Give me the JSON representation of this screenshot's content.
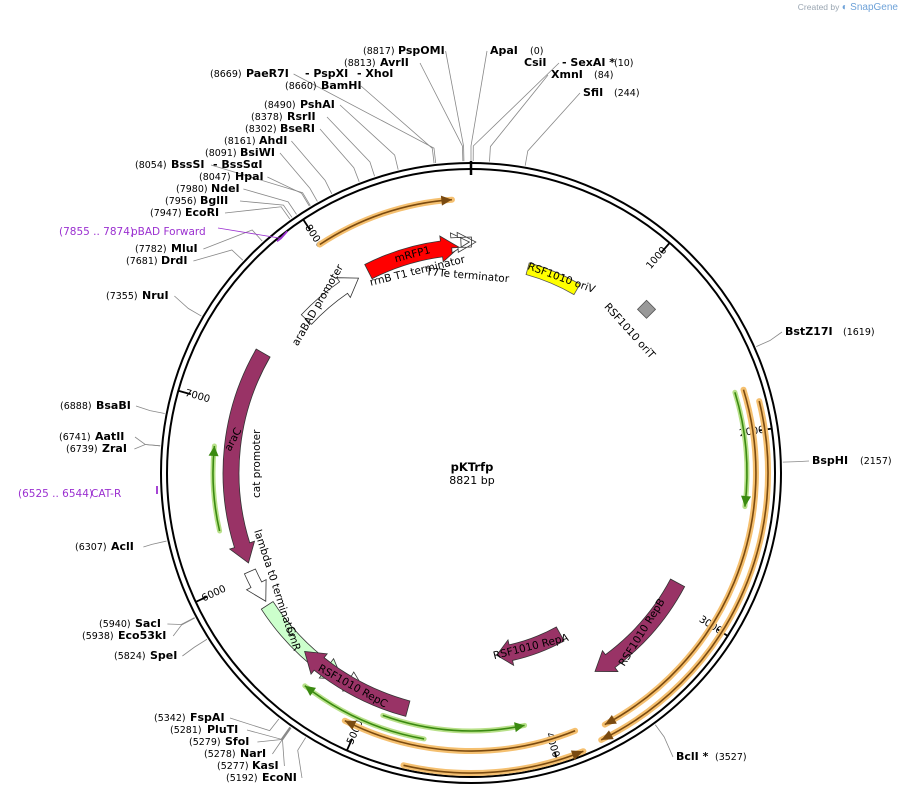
{
  "credit": {
    "prefix": "Created by",
    "brand": "SnapGene"
  },
  "plasmid": {
    "name": "pKTrfp",
    "length": "8821 bp"
  },
  "ticks": [
    "1000",
    "2000",
    "3000",
    "4000",
    "5000",
    "6000",
    "7000",
    "8000"
  ],
  "sites": [
    {
      "name": "PspOMI",
      "pos": "8817"
    },
    {
      "name": "AvrII",
      "pos": "8813"
    },
    {
      "name": "PaeR7I",
      "pos": "8669"
    },
    {
      "name": "PspXI",
      "pos": ""
    },
    {
      "name": "XhoI",
      "pos": ""
    },
    {
      "name": "BamHI",
      "pos": "8660"
    },
    {
      "name": "PshAI",
      "pos": "8490"
    },
    {
      "name": "RsrII",
      "pos": "8378"
    },
    {
      "name": "BseRI",
      "pos": "8302"
    },
    {
      "name": "AhdI",
      "pos": "8161"
    },
    {
      "name": "BsiWI",
      "pos": "8091"
    },
    {
      "name": "BssSI",
      "pos": "8054"
    },
    {
      "name": "BssSαI",
      "pos": ""
    },
    {
      "name": "HpaI",
      "pos": "8047"
    },
    {
      "name": "NdeI",
      "pos": "7980"
    },
    {
      "name": "BglII",
      "pos": "7956"
    },
    {
      "name": "EcoRI",
      "pos": "7947"
    },
    {
      "name": "MluI",
      "pos": "7782"
    },
    {
      "name": "DrdI",
      "pos": "7681"
    },
    {
      "name": "NruI",
      "pos": "7355"
    },
    {
      "name": "BsaBI",
      "pos": "6888"
    },
    {
      "name": "AatII",
      "pos": "6741"
    },
    {
      "name": "ZraI",
      "pos": "6739"
    },
    {
      "name": "AclI",
      "pos": "6307"
    },
    {
      "name": "SacI",
      "pos": "5940"
    },
    {
      "name": "Eco53kI",
      "pos": "5938"
    },
    {
      "name": "SpeI",
      "pos": "5824"
    },
    {
      "name": "FspAI",
      "pos": "5342"
    },
    {
      "name": "PluTI",
      "pos": "5281"
    },
    {
      "name": "SfoI",
      "pos": "5279"
    },
    {
      "name": "NarI",
      "pos": "5278"
    },
    {
      "name": "KasI",
      "pos": "5277"
    },
    {
      "name": "EcoNI",
      "pos": "5192"
    },
    {
      "name": "ApaI",
      "pos": "0"
    },
    {
      "name": "CsiI",
      "pos": ""
    },
    {
      "name": "SexAI *",
      "pos": "10"
    },
    {
      "name": "XmnI",
      "pos": "84"
    },
    {
      "name": "SfiI",
      "pos": "244"
    },
    {
      "name": "BstZ17I",
      "pos": "1619"
    },
    {
      "name": "BspHI",
      "pos": "2157"
    },
    {
      "name": "BclI *",
      "pos": "3527"
    }
  ],
  "primers": [
    {
      "name": "pBAD Forward",
      "range": "(7855 .. 7874)",
      "color": "#9b30d0"
    },
    {
      "name": "CAT-R",
      "range": "(6525 .. 6544)",
      "color": "#9b30d0"
    }
  ],
  "features": [
    {
      "name": "mRFP1",
      "color": "#ff0000"
    },
    {
      "name": "rrnB T1 terminator",
      "color": "#ffffff"
    },
    {
      "name": "T7Te terminator",
      "color": "#ffffff"
    },
    {
      "name": "RSF1010 oriV",
      "color": "#ffff00"
    },
    {
      "name": "RSF1010 oriT",
      "color": "#999999"
    },
    {
      "name": "araBAD promoter",
      "color": "#ffffff"
    },
    {
      "name": "araC",
      "color": "#993366"
    },
    {
      "name": "cat promoter",
      "color": "#ffffff"
    },
    {
      "name": "CmR",
      "color": "#ccffcc"
    },
    {
      "name": "lambda t0 terminator",
      "color": "#ffffff"
    },
    {
      "name": "RSF1010 RepB",
      "color": "#993366"
    },
    {
      "name": "RSF1010 RepA",
      "color": "#993366"
    },
    {
      "name": "RSF1010 RepC",
      "color": "#993366"
    }
  ],
  "colors": {
    "backbone": "#000000",
    "orf": "#e8a040",
    "orf_inner": "#7a4a10",
    "green_orf": "#3a8a10",
    "primer": "#9b30d0",
    "leader": "#888888"
  }
}
